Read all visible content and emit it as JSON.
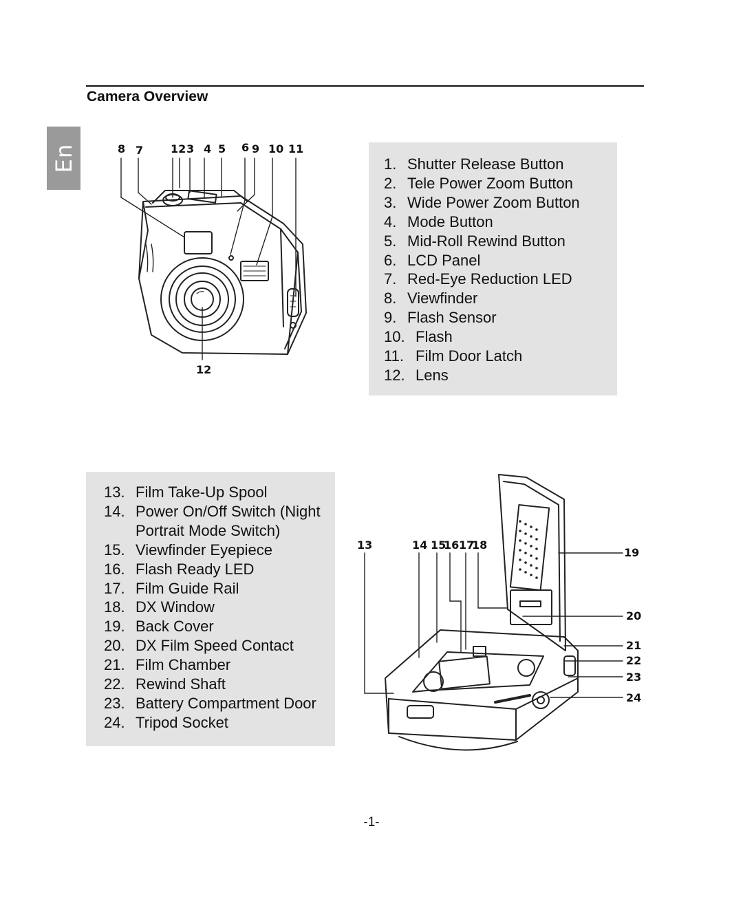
{
  "header": {
    "title": "Camera Overview"
  },
  "lang_tab": {
    "label": "En"
  },
  "front_view": {
    "callouts_top": [
      "8",
      "7",
      "12",
      "3",
      "4",
      "5",
      "6",
      "9",
      "10",
      "11"
    ],
    "callout_bottom": "12"
  },
  "legend_front": [
    {
      "num": "1.",
      "text": "Shutter Release Button"
    },
    {
      "num": "2.",
      "text": "Tele Power Zoom Button"
    },
    {
      "num": "3.",
      "text": "Wide Power Zoom Button"
    },
    {
      "num": "4.",
      "text": "Mode Button"
    },
    {
      "num": "5.",
      "text": "Mid-Roll Rewind Button"
    },
    {
      "num": "6.",
      "text": "LCD Panel"
    },
    {
      "num": "7.",
      "text": "Red-Eye Reduction LED"
    },
    {
      "num": "8.",
      "text": "Viewfinder"
    },
    {
      "num": "9.",
      "text": "Flash Sensor"
    },
    {
      "num": "10.",
      "text": "Flash"
    },
    {
      "num": "11.",
      "text": "Film Door Latch"
    },
    {
      "num": "12.",
      "text": "Lens"
    }
  ],
  "legend_back": [
    {
      "num": "13.",
      "text": "Film Take-Up Spool"
    },
    {
      "num": "14.",
      "text": "Power On/Off Switch (Night\nPortrait Mode Switch)"
    },
    {
      "num": "15.",
      "text": "Viewfinder Eyepiece"
    },
    {
      "num": "16.",
      "text": "Flash Ready LED"
    },
    {
      "num": "17.",
      "text": "Film Guide Rail"
    },
    {
      "num": "18.",
      "text": "DX Window"
    },
    {
      "num": "19.",
      "text": "Back Cover"
    },
    {
      "num": "20.",
      "text": "DX Film Speed Contact"
    },
    {
      "num": "21.",
      "text": "Film Chamber"
    },
    {
      "num": "22.",
      "text": "Rewind Shaft"
    },
    {
      "num": "23.",
      "text": "Battery Compartment Door"
    },
    {
      "num": "24.",
      "text": "Tripod Socket"
    }
  ],
  "back_view": {
    "callouts_top": [
      "13",
      "14",
      "15",
      "16",
      "17",
      "18"
    ],
    "callouts_right": [
      "19",
      "20",
      "21",
      "22",
      "23",
      "24"
    ]
  },
  "footer": {
    "page_number": "-1-"
  }
}
